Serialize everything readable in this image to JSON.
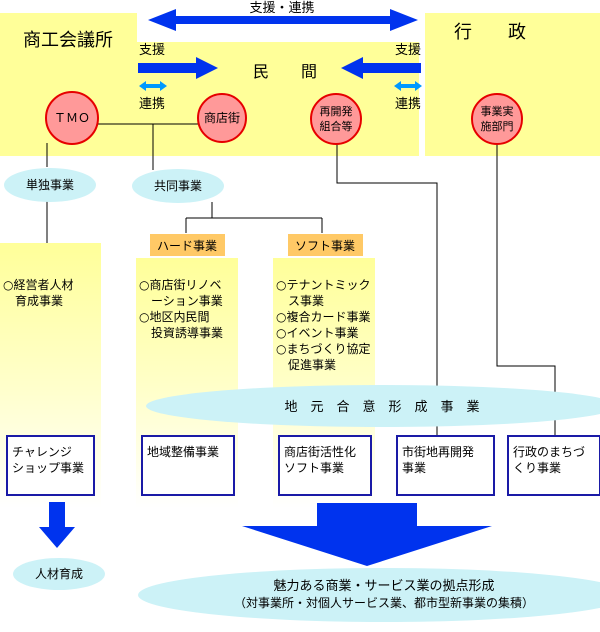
{
  "top_arrow_label": "支援・連携",
  "orgs": {
    "chamber": "商工会議所",
    "private": "民　　間",
    "government": "行　　政"
  },
  "side_labels": {
    "support_left": "支援",
    "cooperation_left": "連携",
    "support_right": "支援",
    "cooperation_right": "連携"
  },
  "circles": {
    "tmo": "ＴＭＯ",
    "shopping_street": "商店街",
    "redevelopment": [
      "再開発",
      "組合等"
    ],
    "implementing_dept": [
      "事業実",
      "施部門"
    ]
  },
  "business_types": {
    "single": "単独事業",
    "joint": "共同事業"
  },
  "tags": {
    "hard": "ハード事業",
    "soft": "ソフト事業"
  },
  "columns": {
    "hr": [
      "○経営者人材",
      "　育成事業"
    ],
    "hard": [
      "○商店街リノベ",
      "　ーション事業",
      "○地区内民間",
      "　投資誘導事業"
    ],
    "soft": [
      "○テナントミック",
      "　ス事業",
      "○複合カード事業",
      "○イベント事業",
      "○まちづくり協定",
      "　促進事業"
    ]
  },
  "consensus_label": "地　元　合　意　形　成　事　業",
  "boxes": {
    "challenge_shop": [
      "チャレンジ",
      "ショップ事業"
    ],
    "area_development": [
      "地域整備事業"
    ],
    "shopping_street_soft": [
      "商店街活性化",
      "ソフト事業"
    ],
    "urban_redevelopment": [
      "市街地再開発",
      "事業"
    ],
    "gov_town_development": [
      "行政のまちづ",
      "くり事業"
    ]
  },
  "human_resources": "人材育成",
  "goal": {
    "line1": "魅力ある商業・サービス業の拠点形成",
    "line2": "（対事業所・対個人サービス業、都市型新事業の集積）"
  },
  "colors": {
    "yellow": "#ffff99",
    "light_blue": "#ccf2f7",
    "orange": "#ffc966",
    "circle_fill": "#ff9999",
    "circle_border": "#e60000",
    "arrow_blue": "#0033ee",
    "box_border": "#1a1aa6"
  }
}
